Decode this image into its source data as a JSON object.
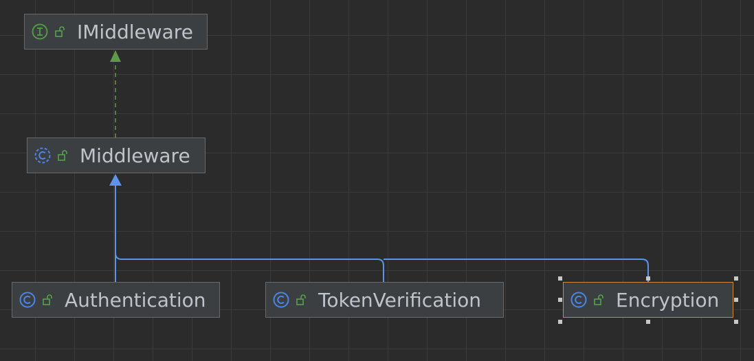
{
  "diagram": {
    "nodes": [
      {
        "id": "imiddleware",
        "label": "IMiddleware",
        "kind": "interface",
        "kind_icon": "interface-icon",
        "visibility_icon": "open-lock-icon"
      },
      {
        "id": "middleware",
        "label": "Middleware",
        "kind": "abstract-class",
        "kind_icon": "abstract-class-icon",
        "visibility_icon": "open-lock-icon"
      },
      {
        "id": "authentication",
        "label": "Authentication",
        "kind": "class",
        "kind_icon": "class-icon",
        "visibility_icon": "open-lock-icon"
      },
      {
        "id": "tokenverification",
        "label": "TokenVerification",
        "kind": "class",
        "kind_icon": "class-icon",
        "visibility_icon": "open-lock-icon"
      },
      {
        "id": "encryption",
        "label": "Encryption",
        "kind": "class",
        "kind_icon": "class-icon",
        "visibility_icon": "open-lock-icon",
        "selected": true
      }
    ],
    "edges": [
      {
        "from": "middleware",
        "to": "imiddleware",
        "type": "realization"
      },
      {
        "from": "authentication",
        "to": "middleware",
        "type": "generalization"
      },
      {
        "from": "tokenverification",
        "to": "middleware",
        "type": "generalization"
      },
      {
        "from": "encryption",
        "to": "middleware",
        "type": "generalization"
      }
    ]
  },
  "colors": {
    "interface": "#4f9b45",
    "class": "#4a86e8",
    "realization_edge": "#5f9848",
    "generalization_edge": "#5d93e8",
    "selection": "#d08a3c",
    "lock": "#58a14e"
  }
}
